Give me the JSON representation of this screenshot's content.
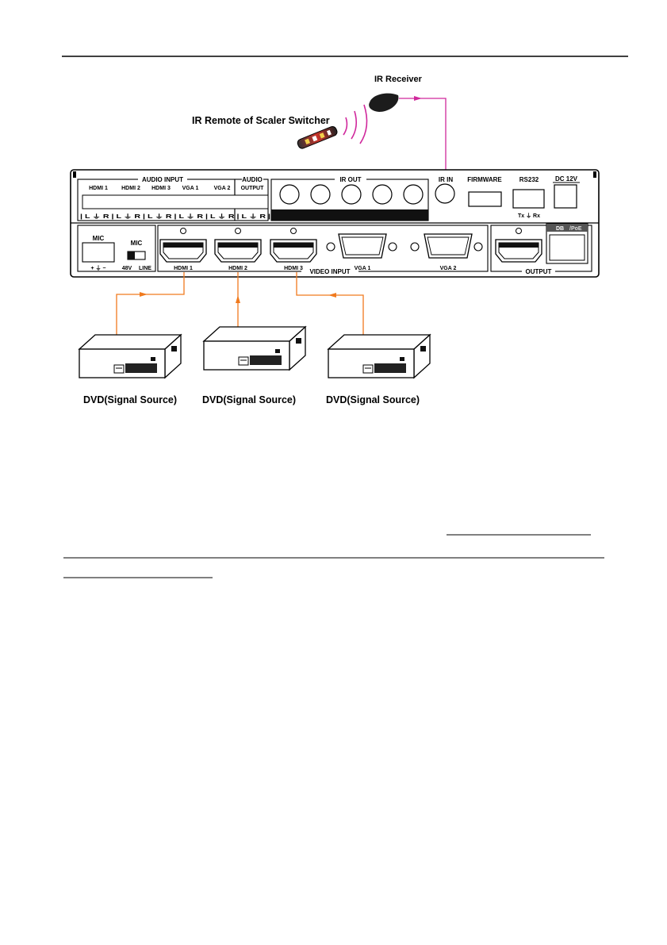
{
  "header": {
    "ir_receiver_label": "IR Receiver",
    "ir_remote_label": "IR Remote of Scaler Switcher"
  },
  "device": {
    "audio_input_title": "AUDIO INPUT",
    "audio_output_title_line1": "AUDIO",
    "audio_output_title_line2": "OUTPUT",
    "audio_inputs": [
      "HDMI 1",
      "HDMI 2",
      "HDMI 3",
      "VGA 1",
      "VGA 2"
    ],
    "audio_channel_row": "| L ⏚ R | L ⏚ R | L ⏚ R | L ⏚ R | L ⏚ R | L ⏚ R |",
    "ir_out_title": "IR OUT",
    "ir_in_title": "IR IN",
    "firmware_title": "FIRMWARE",
    "rs232_title": "RS232",
    "rs232_pins": "Tx ⏚ Rx",
    "dc_title": "DC 12V",
    "db_label": "DB",
    "ipoe_label": "/PoE",
    "mic_title": "MIC",
    "mic_pins": "+  ⏚  −",
    "mic_switch_title": "MIC",
    "mic_switch_left": "48V",
    "mic_switch_right": "LINE",
    "hdmi_inputs": [
      "HDMI 1",
      "HDMI 2",
      "HDMI 3"
    ],
    "vga_inputs": [
      "VGA 1",
      "VGA 2"
    ],
    "video_input_title": "VIDEO INPUT",
    "output_title": "OUTPUT"
  },
  "sources": [
    {
      "label": "DVD(Signal Source)"
    },
    {
      "label": "DVD(Signal Source)"
    },
    {
      "label": "DVD(Signal Source)"
    }
  ],
  "colors": {
    "ir_cable": "#d0289c",
    "hdmi_cable": "#f07a1e",
    "panel_line": "#000000"
  }
}
